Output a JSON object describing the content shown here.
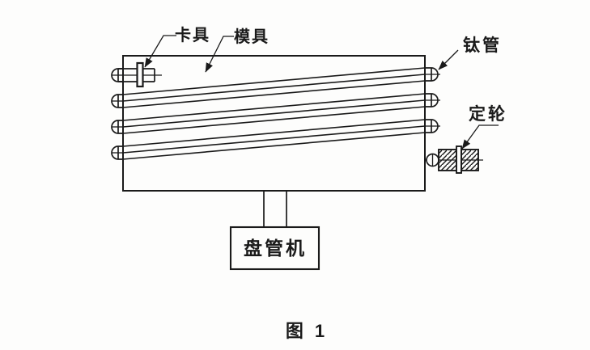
{
  "figure": {
    "caption": "图 1",
    "labels": {
      "clamp": "卡具",
      "mold": "模具",
      "titanium_tube": "钛管",
      "fixed_wheel": "定轮",
      "coiling_machine": "盘管机"
    },
    "colors": {
      "line": "#1a1a1a",
      "background": "#fdfdfc"
    }
  }
}
